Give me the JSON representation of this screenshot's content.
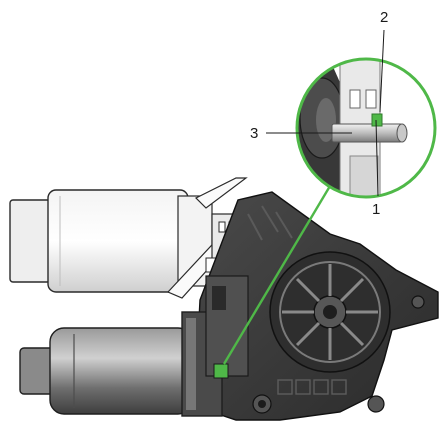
{
  "figure": {
    "callouts": [
      {
        "id": "1",
        "label": "1"
      },
      {
        "id": "2",
        "label": "2"
      },
      {
        "id": "3",
        "label": "3"
      }
    ],
    "colors": {
      "highlight": "#4fb848",
      "housing_dark": "#3a3a3a",
      "housing_mid": "#6f6f6f",
      "housing_light": "#b9b9b9",
      "metal_light": "#e6e6e6",
      "outline": "#1e1e1e"
    }
  }
}
